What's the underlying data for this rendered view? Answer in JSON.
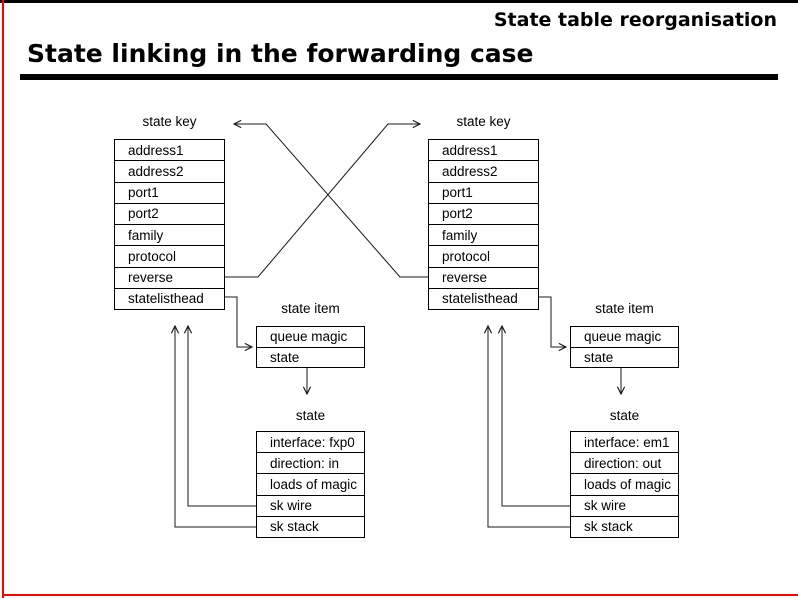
{
  "slide": {
    "corner_title": "State table reorganisation",
    "title": "State linking in the forwarding case"
  },
  "colors": {
    "frame_red": "#ff0000",
    "line_black": "#000000"
  },
  "diagram": {
    "left": {
      "key_label": "state key",
      "key_rows": [
        "address1",
        "address2",
        "port1",
        "port2",
        "family",
        "protocol",
        "reverse",
        "statelisthead"
      ],
      "item_label": "state item",
      "item_rows": [
        "queue magic",
        "state"
      ],
      "state_label": "state",
      "state_rows": [
        "interface: fxp0",
        "direction: in",
        "loads of magic",
        "sk wire",
        "sk stack"
      ]
    },
    "right": {
      "key_label": "state key",
      "key_rows": [
        "address1",
        "address2",
        "port1",
        "port2",
        "family",
        "protocol",
        "reverse",
        "statelisthead"
      ],
      "item_label": "state item",
      "item_rows": [
        "queue magic",
        "state"
      ],
      "state_label": "state",
      "state_rows": [
        "interface: em1",
        "direction: out",
        "loads of magic",
        "sk wire",
        "sk stack"
      ]
    }
  }
}
